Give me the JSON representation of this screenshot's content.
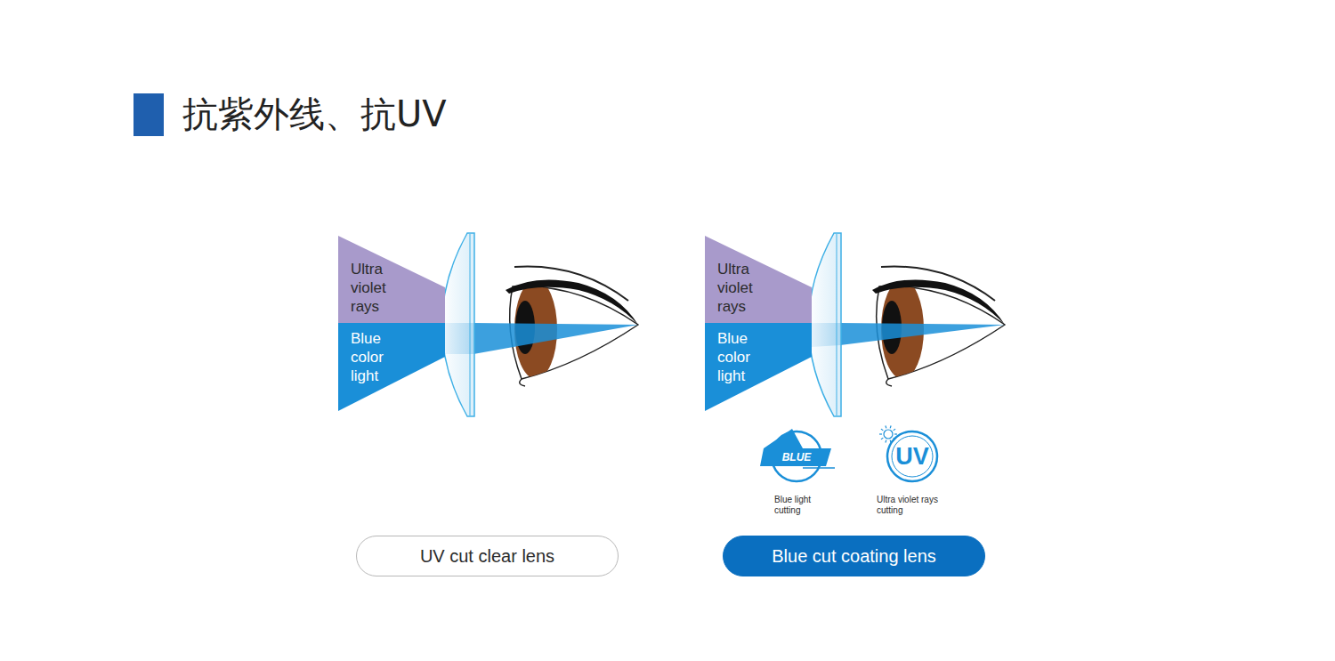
{
  "diagram": {
    "title": "抗紫外线、抗UV",
    "nodes": [
      {
        "text": [
          "Ultra violet rays"
        ]
      },
      {
        "text": [
          "Blue color light"
        ]
      },
      {
        "text": [
          "Ultra violet rays"
        ]
      },
      {
        "text": [
          "Blue color light"
        ]
      },
      {
        "text": [
          "BLUE",
          "Blue light cutting"
        ]
      },
      {
        "text": [
          "UV",
          "Ultra violet rays cutting"
        ]
      },
      {
        "text": [
          "UV cut clear lens"
        ]
      },
      {
        "text": [
          "Blue cut coating lens"
        ]
      }
    ]
  }
}
